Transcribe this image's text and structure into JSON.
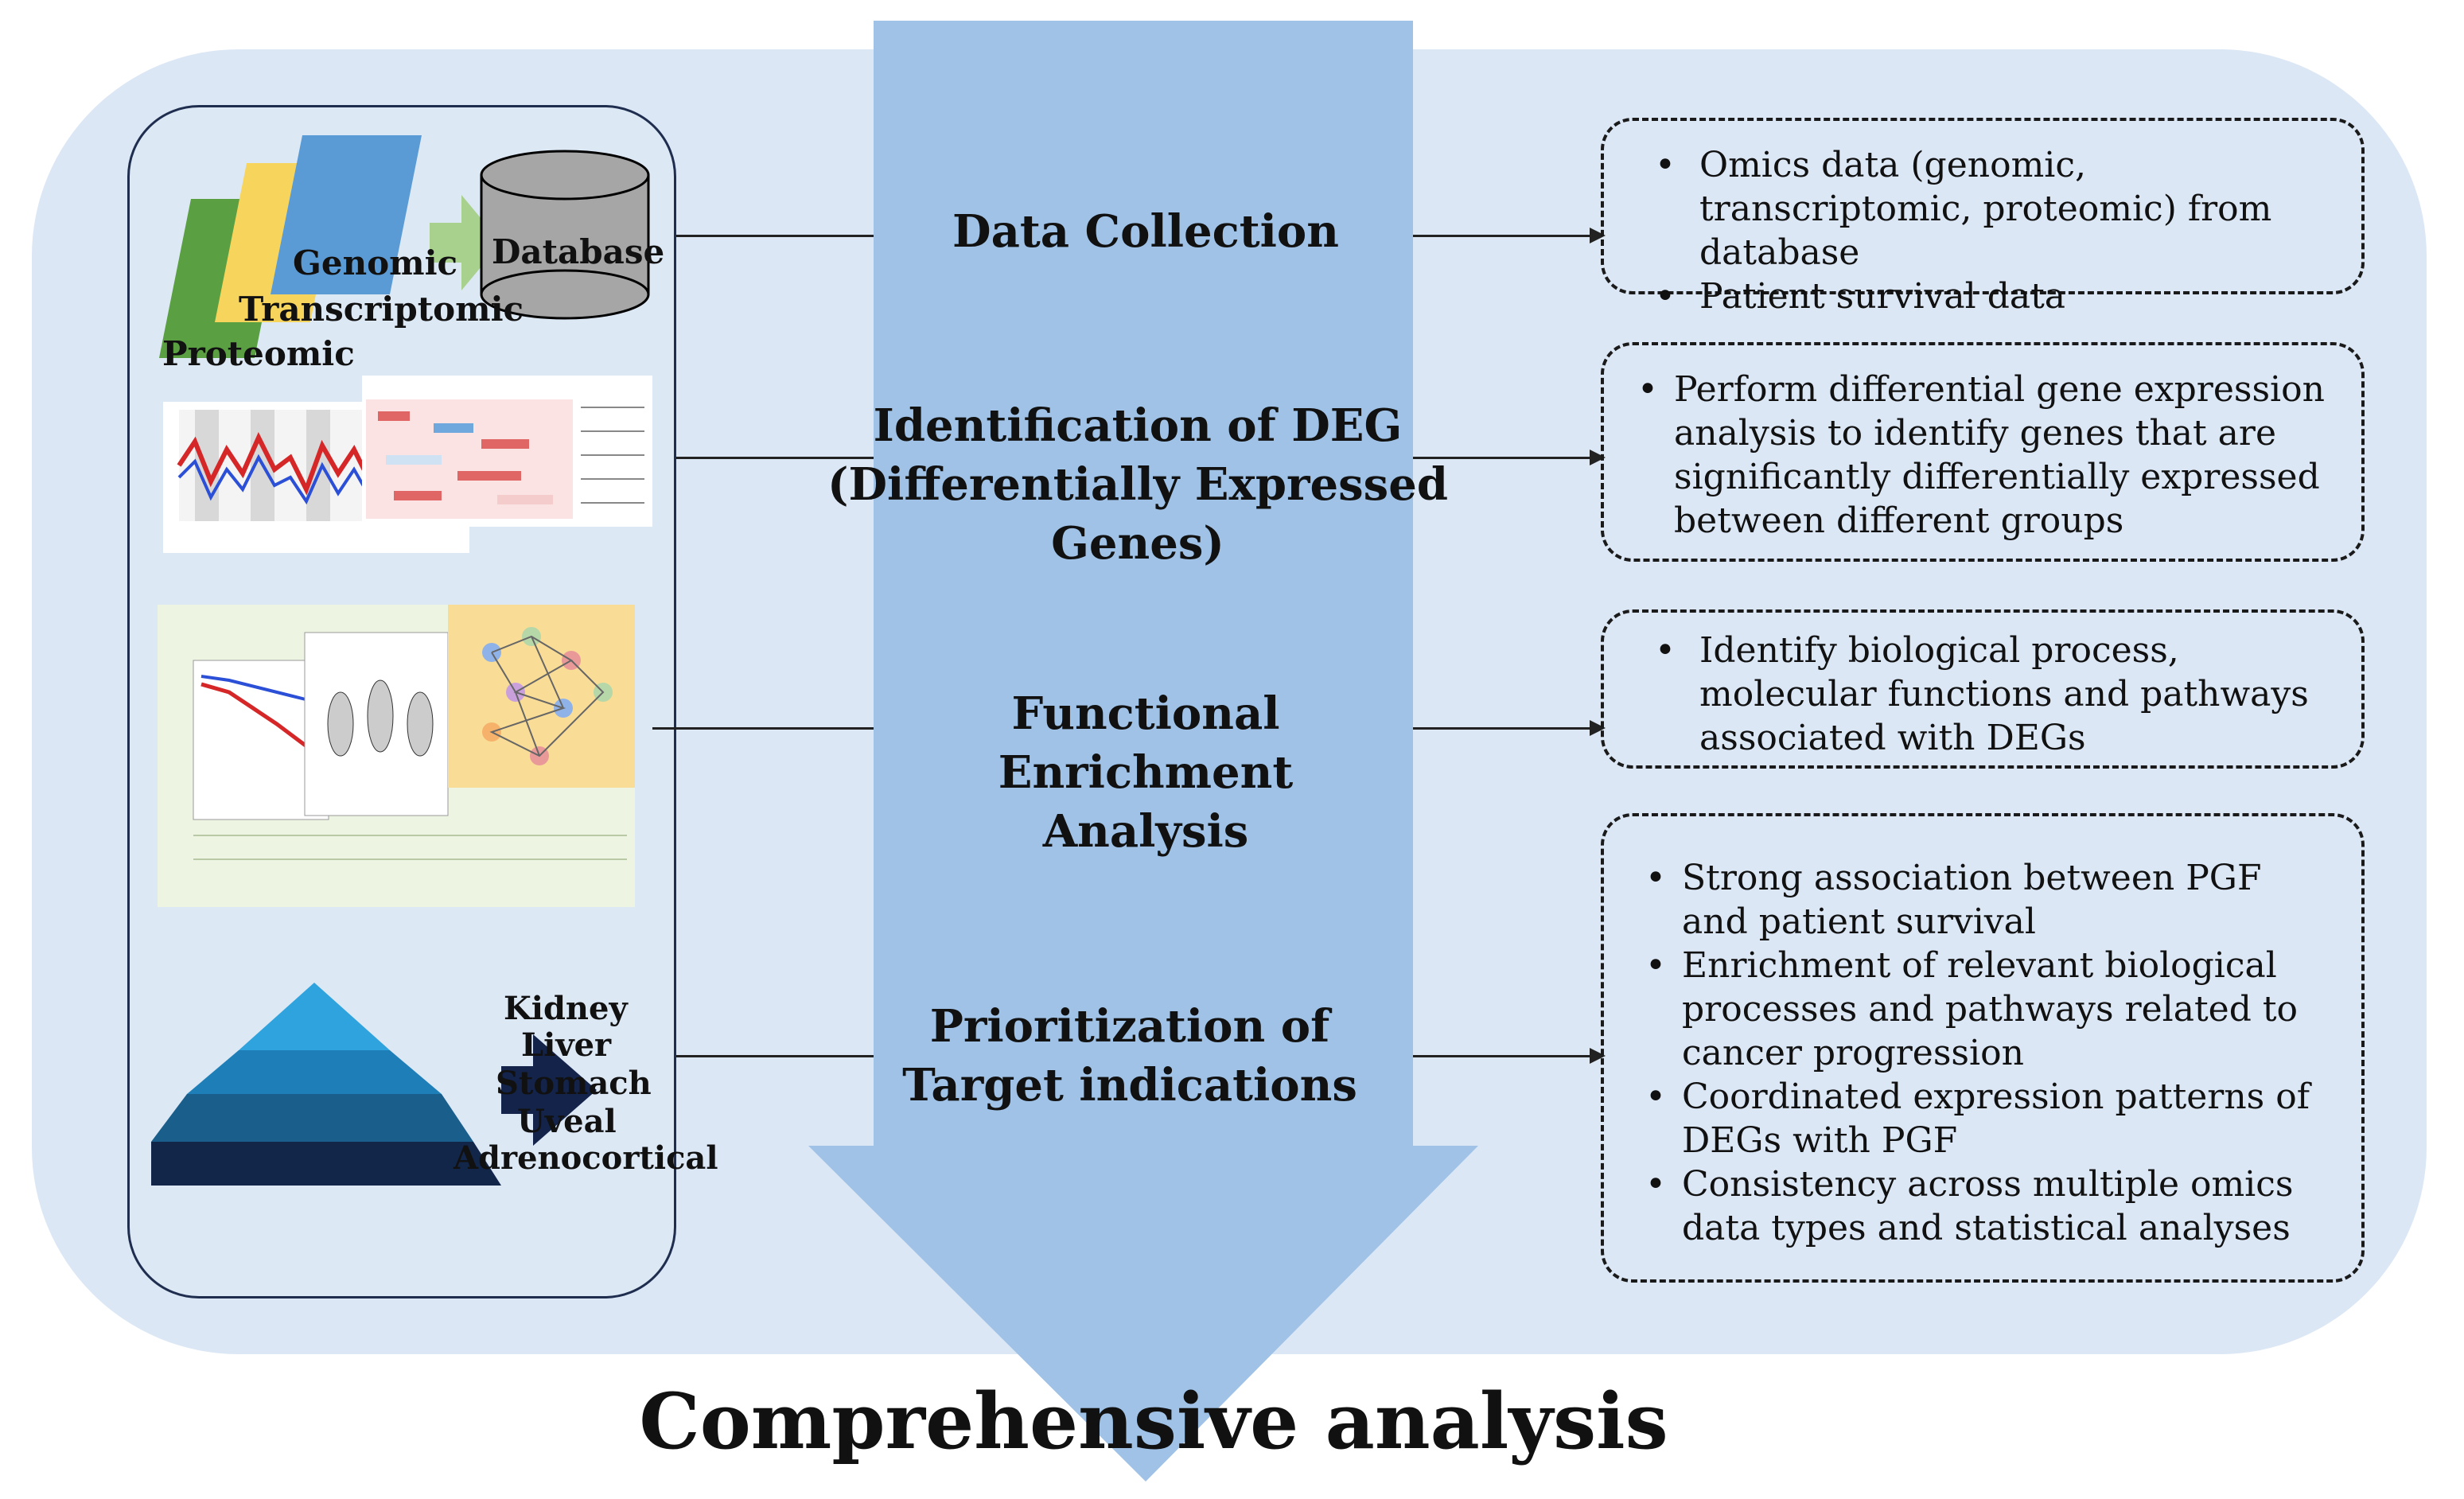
{
  "steps": {
    "data_collection": "Data Collection",
    "deg_line1": "Identification of DEG",
    "deg_line2": "(Differentially Expressed Genes)",
    "fea_line1": "Functional Enrichment",
    "fea_line2": "Analysis",
    "prio_line1": "Prioritization of",
    "prio_line2": "Target indications"
  },
  "boxes": {
    "data_collection": [
      "Omics data (genomic, transcriptomic, proteomic) from database",
      "Patient survival data"
    ],
    "deg": [
      "Perform differential gene expression analysis to identify genes that are significantly differentially expressed between different groups"
    ],
    "fea": [
      "Identify biological process, molecular functions and pathways associated with DEGs"
    ],
    "prio": [
      "Strong association between PGF and patient survival",
      "Enrichment of relevant biological processes and pathways related to cancer progression",
      "Coordinated expression patterns of DEGs with PGF",
      "Consistency across multiple omics data types and statistical analyses"
    ]
  },
  "left": {
    "genomic": "Genomic",
    "transcriptomic": "Transcriptomic",
    "proteomic": "Proteomic",
    "database": "Database",
    "indications": [
      "Kidney",
      "Liver",
      "Stomach",
      "Uveal",
      "Adrenocortical"
    ]
  },
  "footer": "Comprehensive analysis",
  "colors": {
    "background_panel": "#dbe7f5",
    "arrow": "#9fc2e6",
    "proteomic": "#5aa043",
    "transcriptomic": "#f7d55c",
    "genomic": "#5b9bd5",
    "database": "#a6a6a6",
    "pyramid_arrow": "#13234a"
  }
}
